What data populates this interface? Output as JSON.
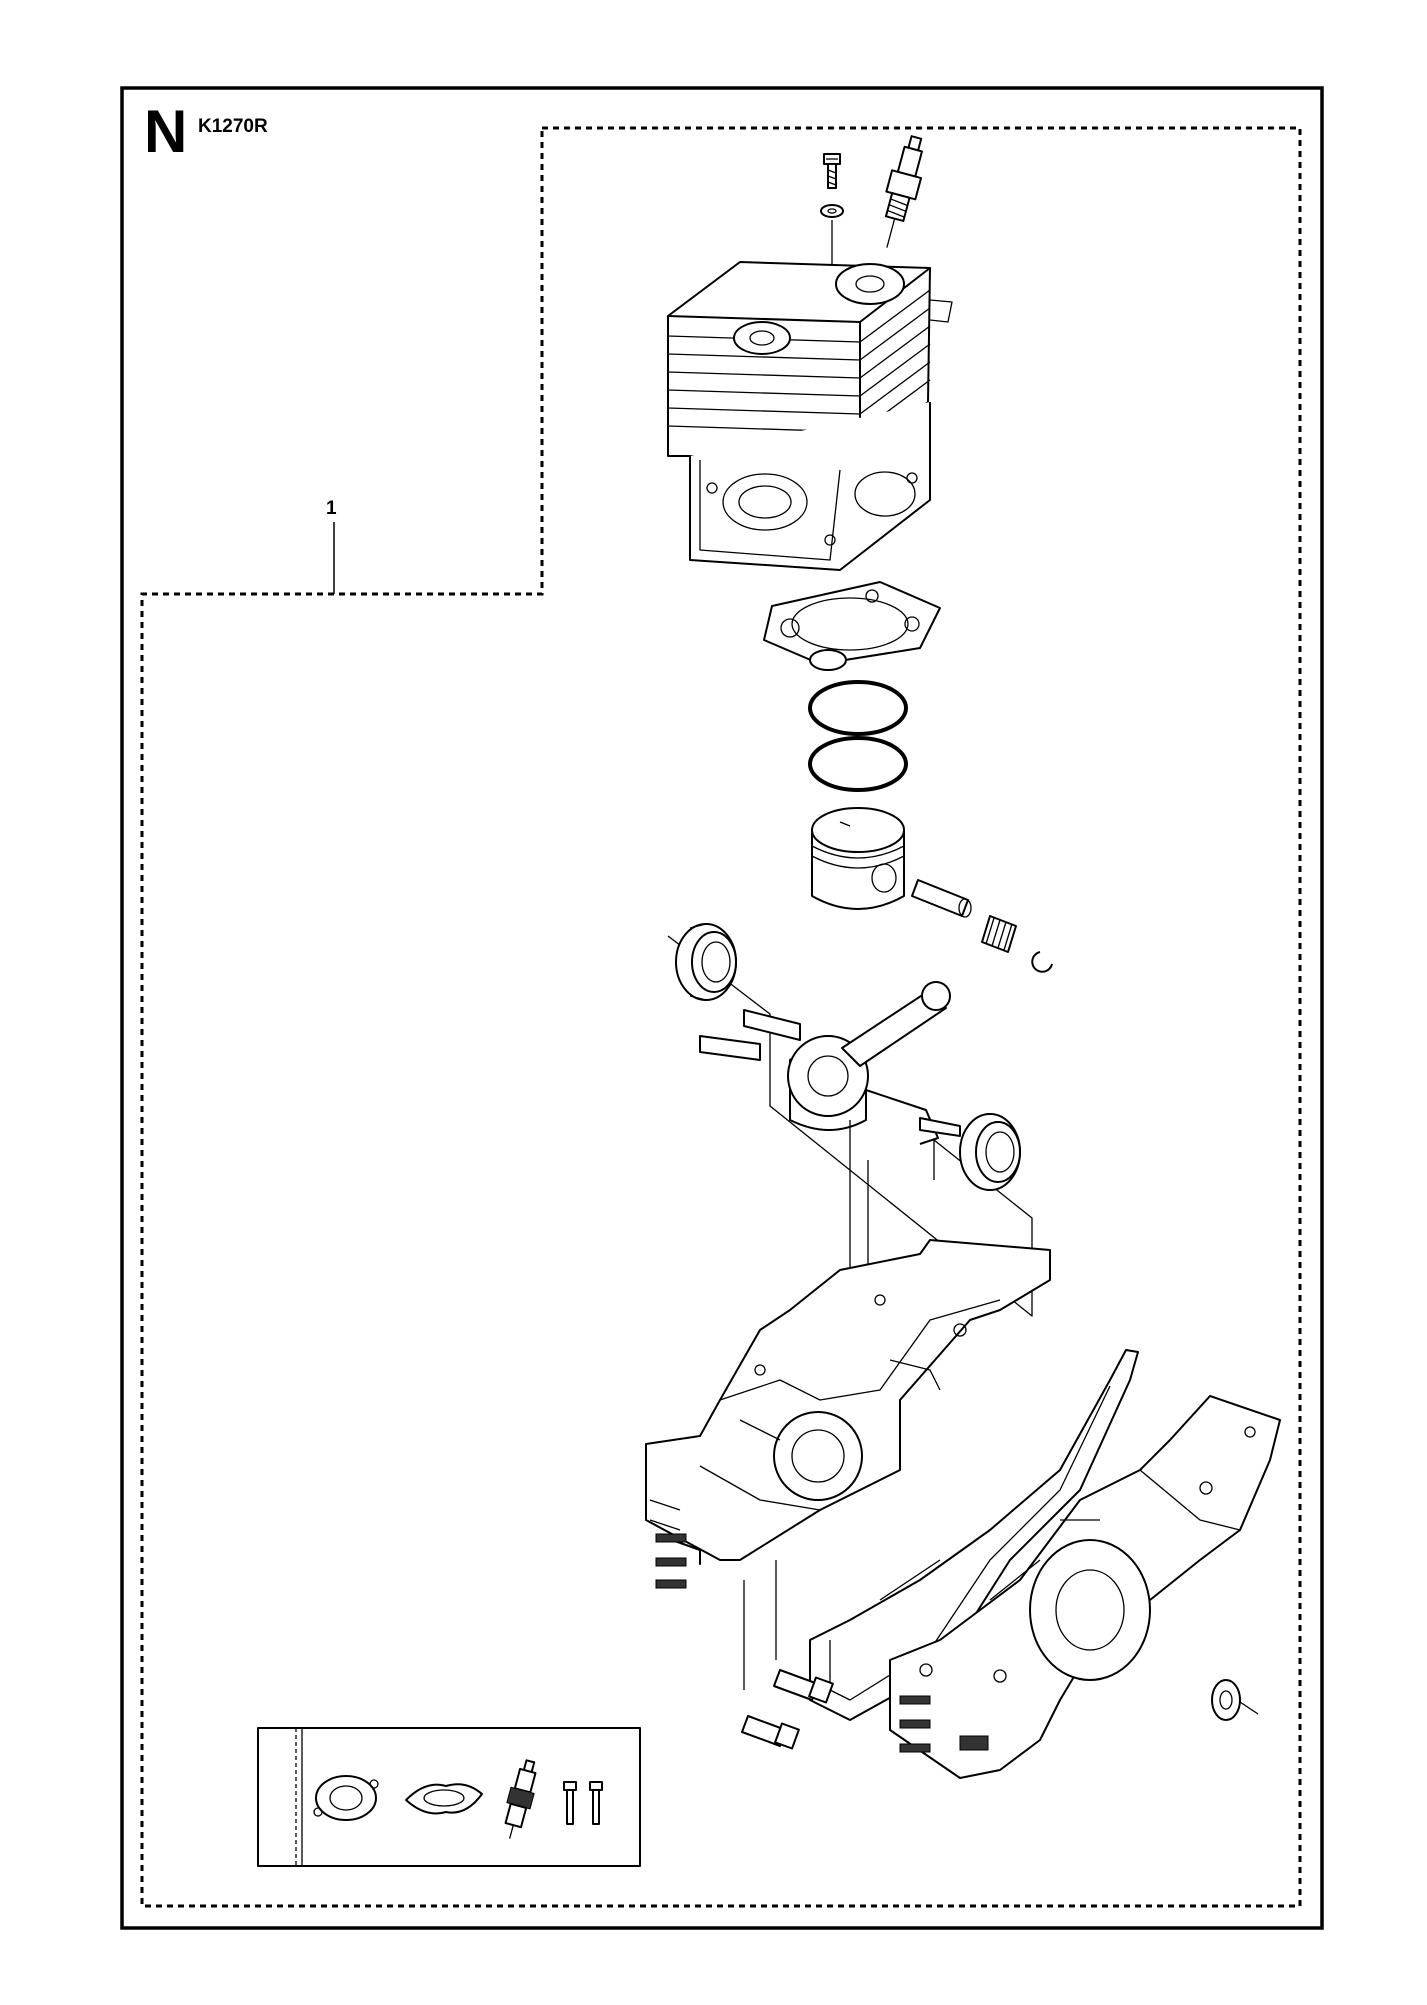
{
  "page": {
    "section_letter": "N",
    "model": "K1270R",
    "callouts": [
      {
        "number": "1"
      }
    ]
  },
  "parts": [
    "screw-icon",
    "washer-icon",
    "spark-plug-icon",
    "cylinder-icon",
    "cylinder-gasket-icon",
    "piston-ring-icon",
    "piston-icon",
    "piston-pin-icon",
    "needle-bearing-icon",
    "circlip-icon",
    "ball-bearing-icon",
    "crankshaft-icon",
    "crankcase-half-icon",
    "crankcase-gasket-icon",
    "seal-ring-icon",
    "kit-box-icon"
  ]
}
